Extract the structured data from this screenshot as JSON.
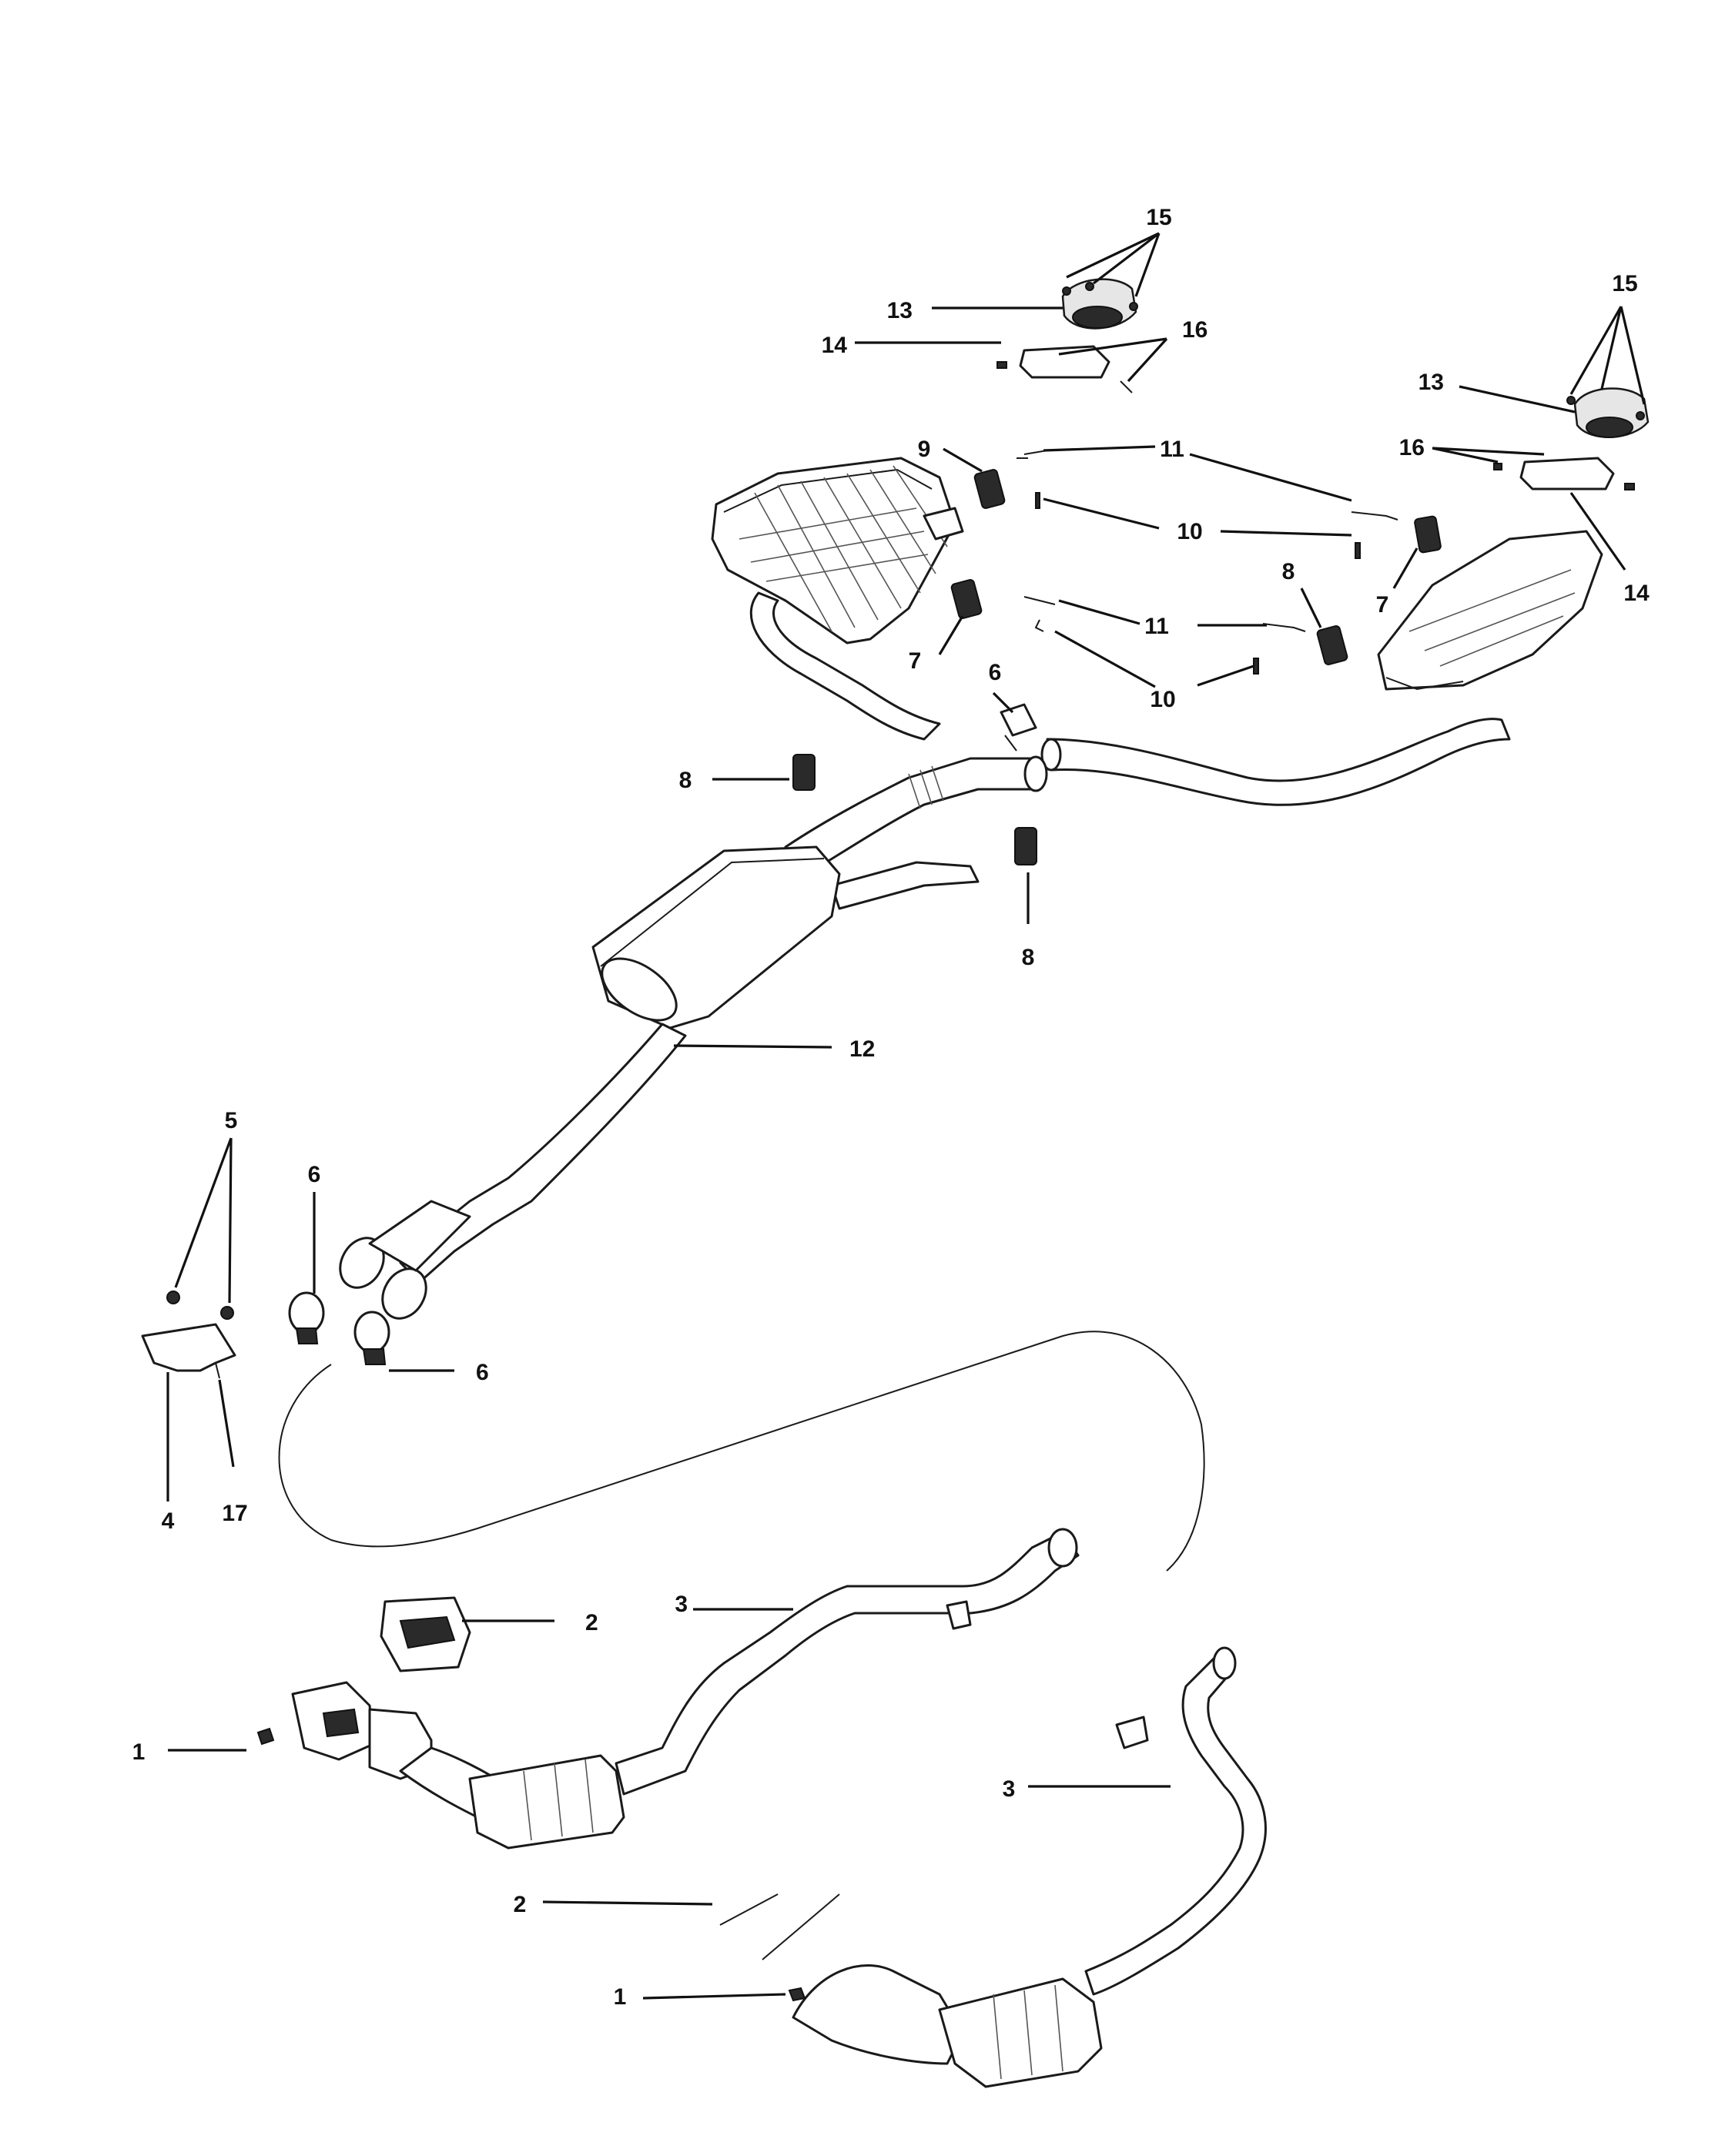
{
  "diagram": {
    "callouts": {
      "c1a": "1",
      "c1b": "1",
      "c2a": "2",
      "c2b": "2",
      "c3a": "3",
      "c3b": "3",
      "c4": "4",
      "c5": "5",
      "c6a": "6",
      "c6b": "6",
      "c6c": "6",
      "c7a": "7",
      "c7b": "7",
      "c8a": "8",
      "c8b": "8",
      "c8c": "8",
      "c9": "9",
      "c10a": "10",
      "c10b": "10",
      "c11a": "11",
      "c11b": "11",
      "c12": "12",
      "c13a": "13",
      "c13b": "13",
      "c14a": "14",
      "c14b": "14",
      "c15a": "15",
      "c15b": "15",
      "c16a": "16",
      "c16b": "16",
      "c17": "17"
    }
  }
}
